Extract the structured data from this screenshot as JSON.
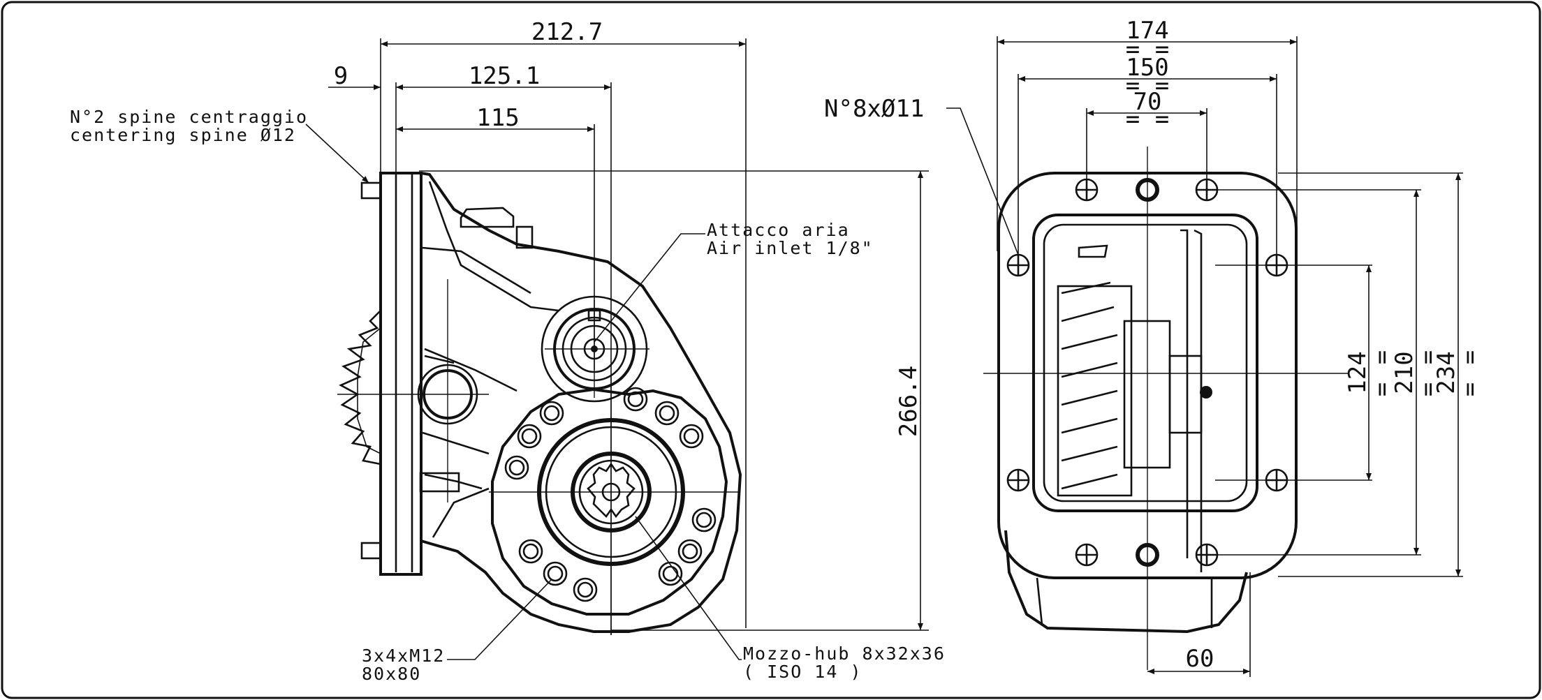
{
  "side_view": {
    "dim_overall_length": "212.7",
    "dim_flange_to_axis": "125.1",
    "dim_pilot_to_hub": "115",
    "dim_flange_thickness": "9",
    "dim_height": "266.4",
    "note_pins_line1": "N°2 spine centraggio",
    "note_pins_line2": "centering spine Ø12",
    "note_air_line1": "Attacco aria",
    "note_air_line2": "Air inlet 1/8\"",
    "note_bolts_line1": "3x4xM12",
    "note_bolts_line2": "80x80",
    "note_hub_line1": "Mozzo-hub 8x32x36",
    "note_hub_line2": "( ISO 14 )"
  },
  "front_view": {
    "dim_width_174": "174",
    "dim_width_150": "150",
    "dim_width_70": "70",
    "eq_mark": "=",
    "note_holes": "N°8xØ11",
    "dim_height_124": "124",
    "dim_height_210": "210",
    "dim_height_234": "234",
    "dim_offset_60": "60"
  }
}
